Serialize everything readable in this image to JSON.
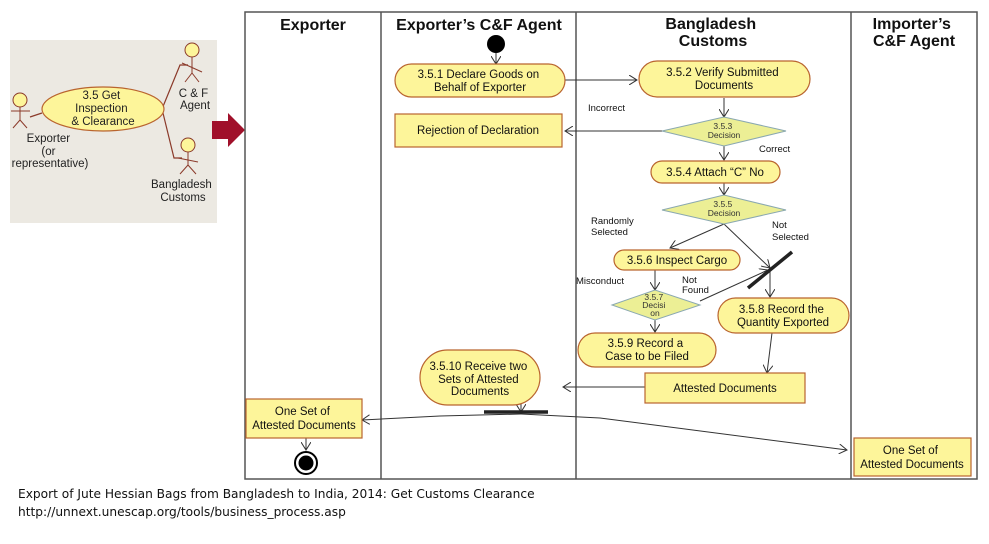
{
  "use_case_panel": {
    "use_case": [
      "3.5 Get",
      "Inspection",
      "& Clearance"
    ],
    "actors": [
      {
        "id": "exporter",
        "label": [
          "Exporter",
          "(or",
          "representative)"
        ]
      },
      {
        "id": "cf-agent",
        "label": [
          "C & F",
          "Agent"
        ]
      },
      {
        "id": "customs",
        "label": [
          "Bangladesh",
          "Customs"
        ]
      }
    ]
  },
  "lanes": [
    {
      "id": "exporter",
      "title": [
        "Exporter"
      ]
    },
    {
      "id": "exporter-cf-agent",
      "title": [
        "Exporter’s C&F Agent"
      ]
    },
    {
      "id": "bangladesh-customs",
      "title": [
        "Bangladesh",
        "Customs"
      ]
    },
    {
      "id": "importer-cf-agent",
      "title": [
        "Importer’s",
        "C&F Agent"
      ]
    }
  ],
  "nodes": {
    "a351": [
      "3.5.1 Declare Goods on",
      "Behalf of Exporter"
    ],
    "rejection": [
      "Rejection of Declaration"
    ],
    "a352": [
      "3.5.2 Verify Submitted",
      "Documents"
    ],
    "d353": [
      "3.5.3",
      "Decision"
    ],
    "a354": [
      "3.5.4 Attach “C” No"
    ],
    "d355": [
      "3.5.5",
      "Decision"
    ],
    "a356": [
      "3.5.6 Inspect Cargo"
    ],
    "d357": [
      "3.5.7",
      "Decisi",
      "on"
    ],
    "a358": [
      "3.5.8 Record the",
      "Quantity  Exported"
    ],
    "a359": [
      "3.5.9 Record a",
      "Case to be Filed"
    ],
    "attested": [
      "Attested  Documents"
    ],
    "a3510": [
      "3.5.10 Receive two",
      "Sets of Attested",
      "Documents"
    ],
    "exporter_set": [
      "One Set of",
      "Attested Documents"
    ],
    "importer_set": [
      "One Set of",
      "Attested Documents"
    ]
  },
  "guards": {
    "incorrect": [
      "Incorrect"
    ],
    "correct": [
      "Correct"
    ],
    "randomly_selected": [
      "Randomly",
      "Selected"
    ],
    "not_selected": [
      "Not",
      "Selected"
    ],
    "misconduct": [
      "Misconduct"
    ],
    "not_found": [
      "Not",
      "Found"
    ]
  },
  "colors": {
    "activity_fill": "#fdf59a",
    "activity_stroke": "#b9642f",
    "decision_fill": "#ecef95",
    "decision_stroke": "#8aa8b0",
    "lane_border": "#555555",
    "panel_bg": "#ece9e2",
    "arrow_red": "#a0102a",
    "actor_head": "#fdf59a",
    "actor_line": "#8b3a2a"
  },
  "caption": {
    "line1": "Export of Jute Hessian Bags from Bangladesh to India, 2014: Get Customs Clearance",
    "line2": "http://unnext.unescap.org/tools/business_process.asp"
  }
}
